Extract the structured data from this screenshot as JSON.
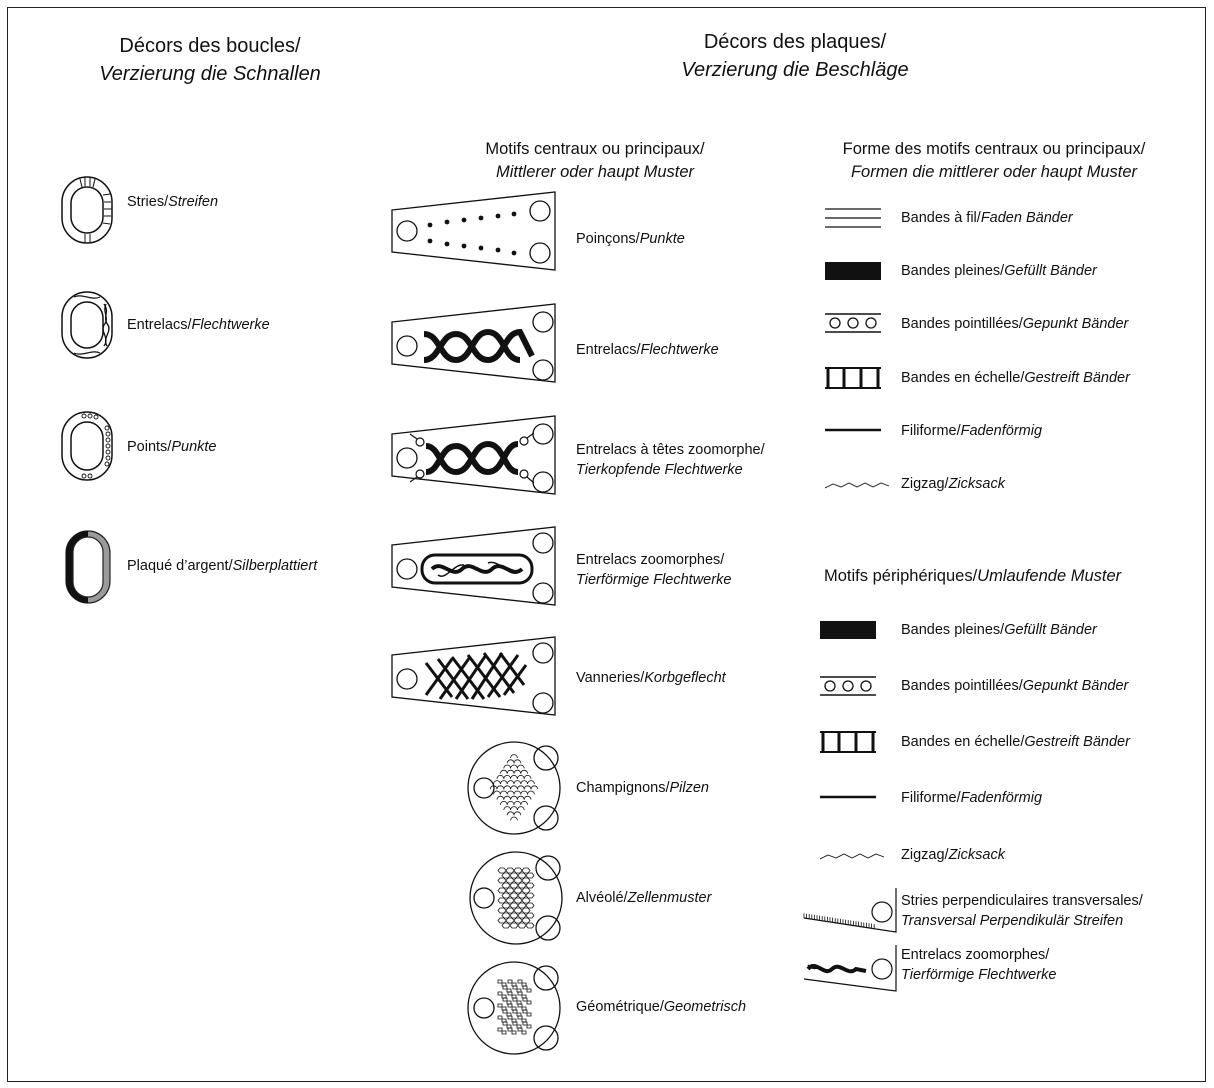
{
  "headers": {
    "buckles": {
      "fr": "Décors des boucles/",
      "de": "Verzierung die Schnallen"
    },
    "plates": {
      "fr": "Décors des plaques/",
      "de": "Verzierung die Beschläge"
    },
    "central_motifs": {
      "fr": "Motifs centraux ou principaux/",
      "de": "Mittlerer oder haupt Muster"
    },
    "central_forms": {
      "fr": "Forme des motifs centraux ou principaux/",
      "de": "Formen die mittlerer oder haupt Muster"
    },
    "peripheral": {
      "fr": "Motifs périphériques/",
      "de": "Umlaufende Muster"
    }
  },
  "buckles": [
    {
      "fr": "Stries/",
      "de": "Streifen",
      "icon": "striated-buckle-icon"
    },
    {
      "fr": "Entrelacs/",
      "de": "Flechtwerke",
      "icon": "interlace-buckle-icon"
    },
    {
      "fr": "Points/",
      "de": "Punkte",
      "icon": "dotted-buckle-icon"
    },
    {
      "fr": "Plaqué d’argent/",
      "de": "Silberplattiert",
      "icon": "silver-plated-buckle-icon"
    }
  ],
  "plates": [
    {
      "fr": "Poinçons/",
      "de": "Punkte",
      "icon": "punched-plate-icon"
    },
    {
      "fr": "Entrelacs/",
      "de": "Flechtwerke",
      "icon": "interlace-plate-icon"
    },
    {
      "fr": "Entrelacs à têtes zoomorphe/",
      "de": "Tierkopfende Flechtwerke",
      "icon": "zoomorphic-head-interlace-plate-icon"
    },
    {
      "fr": "Entrelacs zoomorphes/",
      "de": "Tierförmige Flechtwerke",
      "icon": "zoomorphic-interlace-plate-icon"
    },
    {
      "fr": "Vanneries/",
      "de": "Korbgeflecht",
      "icon": "basketwork-plate-icon"
    },
    {
      "fr": "Champignons/",
      "de": "Pilzen",
      "icon": "mushroom-round-plate-icon"
    },
    {
      "fr": "Alvéolé/",
      "de": "Zellenmuster",
      "icon": "cellwork-round-plate-icon"
    },
    {
      "fr": "Géométrique/",
      "de": "Geometrisch",
      "icon": "geometric-round-plate-icon"
    }
  ],
  "central_forms": [
    {
      "fr": "Bandes à fil/",
      "de": "Faden Bänder",
      "icon": "threaded-band-icon"
    },
    {
      "fr": "Bandes pleines/",
      "de": "Gefüllt Bänder",
      "icon": "solid-band-icon"
    },
    {
      "fr": "Bandes pointillées/",
      "de": "Gepunkt Bänder",
      "icon": "dotted-band-icon"
    },
    {
      "fr": "Bandes en échelle/",
      "de": "Gestreift Bänder",
      "icon": "ladder-band-icon"
    },
    {
      "fr": "Filiforme/",
      "de": "Fadenförmig",
      "icon": "filiform-line-icon"
    },
    {
      "fr": "Zigzag/",
      "de": "Zicksack",
      "icon": "zigzag-line-icon"
    }
  ],
  "peripheral": [
    {
      "fr": "Bandes pleines/",
      "de": "Gefüllt Bänder",
      "icon": "solid-band-icon"
    },
    {
      "fr": "Bandes pointillées/",
      "de": "Gepunkt Bänder",
      "icon": "dotted-band-icon"
    },
    {
      "fr": "Bandes en échelle/",
      "de": "Gestreift Bänder",
      "icon": "ladder-band-icon"
    },
    {
      "fr": "Filiforme/",
      "de": "Fadenförmig",
      "icon": "filiform-line-icon"
    },
    {
      "fr": "Zigzag/",
      "de": "Zicksack",
      "icon": "zigzag-line-icon"
    },
    {
      "fr": "Stries perpendiculaires transversales/",
      "de": "Transversal Perpendikulär Streifen",
      "icon": "perpendicular-striae-icon"
    },
    {
      "fr": "Entrelacs zoomorphes/",
      "de": "Tierförmige Flechtwerke",
      "icon": "zoomorphic-border-icon"
    }
  ]
}
